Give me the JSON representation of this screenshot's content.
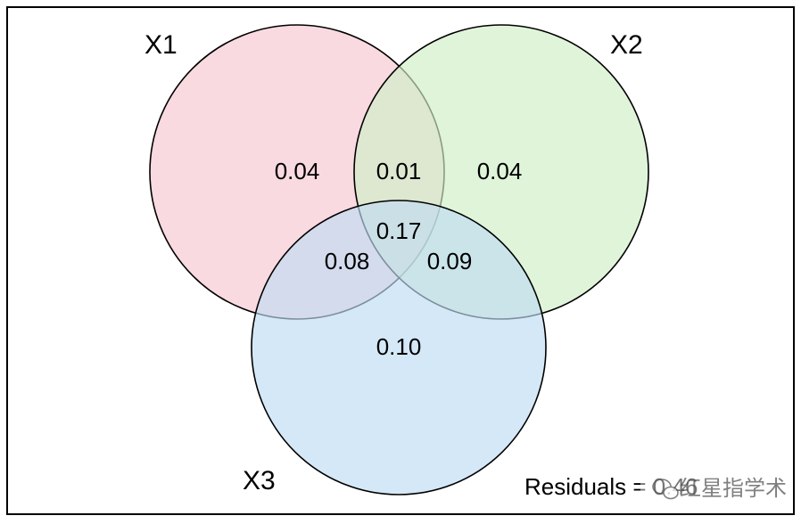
{
  "sets": [
    {
      "name": "X1",
      "fill": "#f4c6cf",
      "stroke": "#000000"
    },
    {
      "name": "X2",
      "fill": "#cfeec6",
      "stroke": "#000000"
    },
    {
      "name": "X3",
      "fill": "#bfdcf3",
      "stroke": "#000000"
    }
  ],
  "regions": {
    "x1_only": "0.04",
    "x1_x2": "0.01",
    "x2_only": "0.04",
    "x1_x2_x3": "0.17",
    "x1_x3": "0.08",
    "x2_x3": "0.09",
    "x3_only": "0.10"
  },
  "residuals": {
    "label": "Residuals = 0.46"
  },
  "watermark": {
    "text": "红星指学术",
    "icon": "wechat-icon"
  }
}
